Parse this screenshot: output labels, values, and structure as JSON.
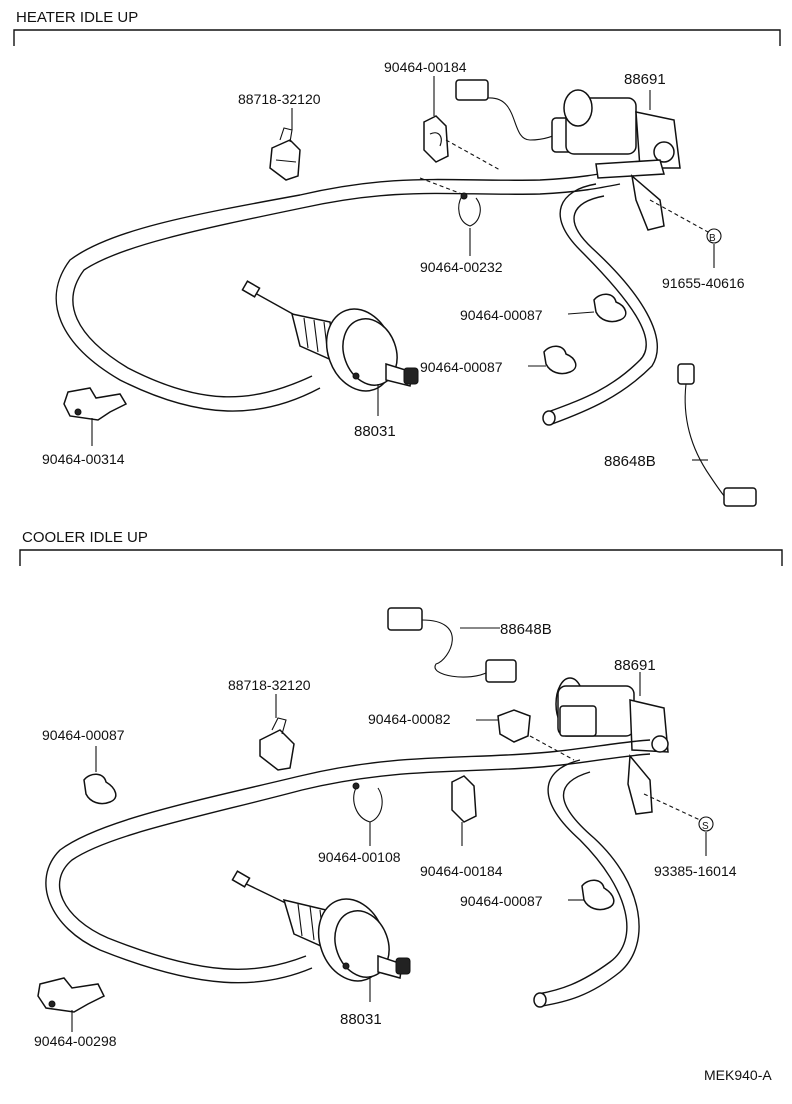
{
  "sections": {
    "heater_title": "HEATER IDLE UP",
    "cooler_title": "COOLER IDLE UP"
  },
  "heater": {
    "p_88718": "88718-32120",
    "p_184": "90464-00184",
    "p_88691": "88691",
    "p_232": "90464-00232",
    "p_91655": "91655-40616",
    "p_087a": "90464-00087",
    "p_087b": "90464-00087",
    "p_314": "90464-00314",
    "p_88031": "88031",
    "p_88648": "88648B",
    "marker_b": "B"
  },
  "cooler": {
    "p_88648": "88648B",
    "p_88691": "88691",
    "p_88718": "88718-32120",
    "p_082": "90464-00082",
    "p_087a": "90464-00087",
    "p_108": "90464-00108",
    "p_184": "90464-00184",
    "p_93385": "93385-16014",
    "p_087b": "90464-00087",
    "p_298": "90464-00298",
    "p_88031": "88031",
    "marker_s": "S"
  },
  "footer": {
    "code": "MEK940-A"
  }
}
